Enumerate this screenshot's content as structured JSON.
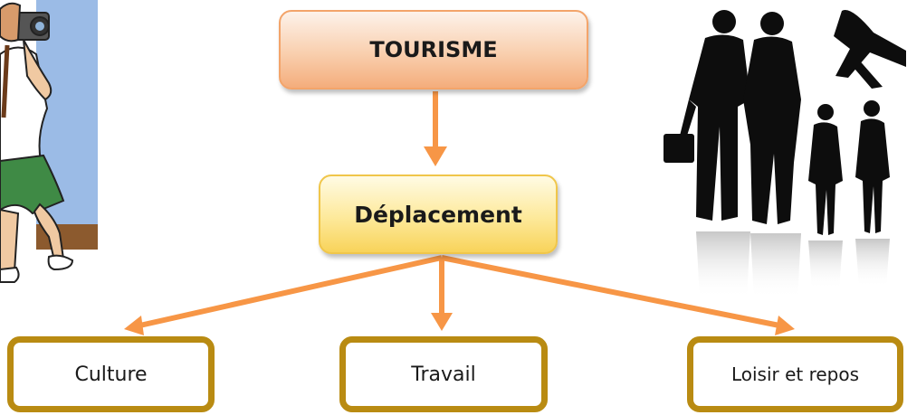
{
  "top_node": {
    "label": "TOURISME"
  },
  "middle_node": {
    "label": "Déplacement"
  },
  "leaves": [
    {
      "label": "Culture"
    },
    {
      "label": "Travail"
    },
    {
      "label": "Loisir et repos"
    }
  ],
  "colors": {
    "arrow": "#f79646",
    "leaf_border": "#b98b12",
    "top_fill": "#f9cfae",
    "middle_fill": "#fde99a"
  },
  "illustrations": [
    "photographer-tourist",
    "business-travelers-silhouette",
    "airplane-silhouette"
  ]
}
